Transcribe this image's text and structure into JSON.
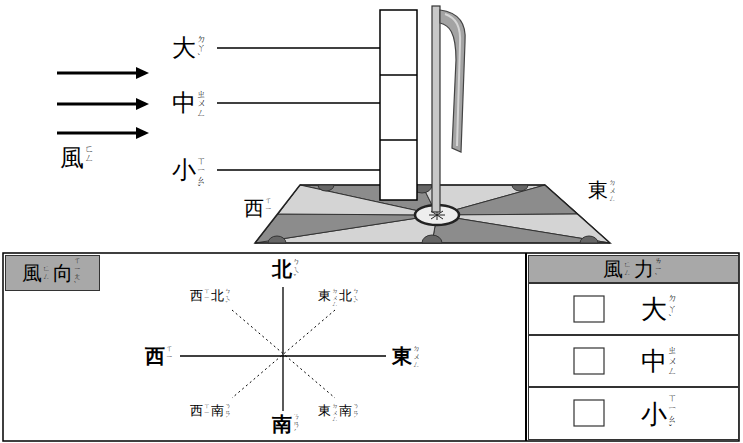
{
  "diagram": {
    "nodes": [
      {
        "text": [
          "風",
          "ㄈㄥ",
          "向",
          "ㄒㄧㄤˋ"
        ]
      },
      {
        "text": [
          "風",
          "ㄈㄥ",
          "力",
          "ㄌㄧˋ"
        ]
      },
      {
        "text": [
          "大",
          "ㄉㄚˋ"
        ]
      },
      {
        "text": [
          "中",
          "ㄓㄨㄥ"
        ]
      },
      {
        "text": [
          "小",
          "ㄒㄧㄠˇ"
        ]
      }
    ],
    "labels": [
      "風",
      "ㄈㄥ",
      "大",
      "ㄉㄚˋ",
      "中",
      "ㄓㄨㄥ",
      "小",
      "ㄒㄧㄠˇ",
      "西",
      "ㄒㄧ",
      "東",
      "ㄉㄨㄥ",
      "北",
      "ㄅㄟˇ",
      "西",
      "ㄒㄧ",
      "北",
      "ㄅㄟˇ",
      "東",
      "ㄉㄨㄥ",
      "北",
      "ㄅㄟˇ",
      "西",
      "ㄒㄧ",
      "東",
      "ㄉㄨㄥ",
      "西",
      "ㄒㄧ",
      "南",
      "ㄋㄢˊ",
      "東",
      "ㄉㄨㄥ",
      "南",
      "ㄋㄢˊ",
      "南",
      "ㄋㄢˊ"
    ]
  }
}
